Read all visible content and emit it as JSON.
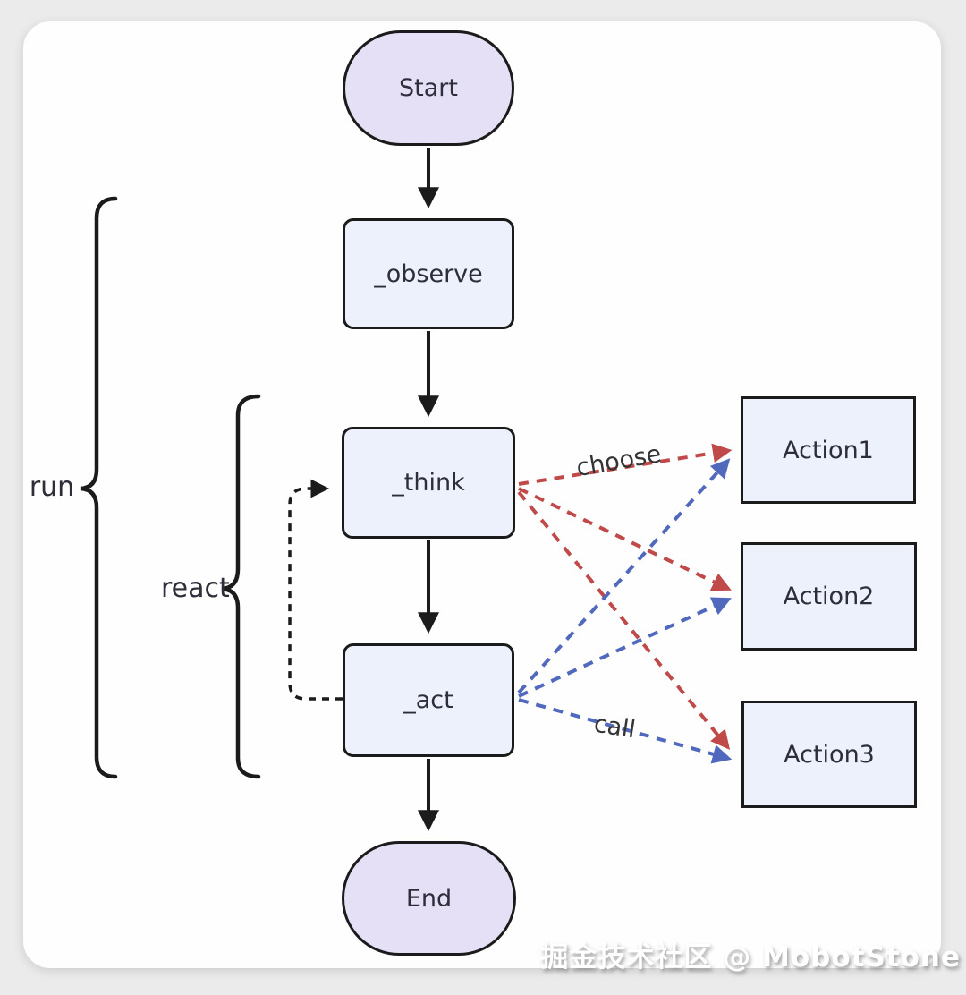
{
  "diagram": {
    "type": "flowchart",
    "nodes": {
      "start": {
        "label": "Start",
        "shape": "stadium"
      },
      "observe": {
        "label": "_observe",
        "shape": "rounded-rect"
      },
      "think": {
        "label": "_think",
        "shape": "rounded-rect"
      },
      "act": {
        "label": "_act",
        "shape": "rounded-rect"
      },
      "end": {
        "label": "End",
        "shape": "stadium"
      },
      "action1": {
        "label": "Action1",
        "shape": "rect"
      },
      "action2": {
        "label": "Action2",
        "shape": "rect"
      },
      "action3": {
        "label": "Action3",
        "shape": "rect"
      }
    },
    "groups": {
      "run": {
        "label": "run",
        "covers": [
          "_observe",
          "_think",
          "_act"
        ]
      },
      "react": {
        "label": "react",
        "covers": [
          "_think",
          "_act"
        ]
      }
    },
    "edge_labels": {
      "choose": "choose",
      "call": "call"
    },
    "edges": [
      {
        "from": "Start",
        "to": "_observe",
        "style": "solid",
        "color": "black"
      },
      {
        "from": "_observe",
        "to": "_think",
        "style": "solid",
        "color": "black"
      },
      {
        "from": "_think",
        "to": "_act",
        "style": "solid",
        "color": "black"
      },
      {
        "from": "_act",
        "to": "_think",
        "style": "dashed",
        "color": "black"
      },
      {
        "from": "_act",
        "to": "End",
        "style": "solid",
        "color": "black"
      },
      {
        "from": "_think",
        "to": "Action1",
        "style": "dashed",
        "color": "red",
        "label": "choose"
      },
      {
        "from": "_think",
        "to": "Action2",
        "style": "dashed",
        "color": "red"
      },
      {
        "from": "_think",
        "to": "Action3",
        "style": "dashed",
        "color": "red"
      },
      {
        "from": "_act",
        "to": "Action1",
        "style": "dashed",
        "color": "blue"
      },
      {
        "from": "_act",
        "to": "Action2",
        "style": "dashed",
        "color": "blue"
      },
      {
        "from": "_act",
        "to": "Action3",
        "style": "dashed",
        "color": "blue",
        "label": "call"
      }
    ],
    "colors": {
      "stadium_fill": "#e6e0f7",
      "process_fill": "#edf1fb",
      "action_fill": "#edf1fb",
      "node_border": "#1b1b1b",
      "arrow_black": "#1b1b1b",
      "arrow_red": "#c04a4a",
      "arrow_blue": "#5069bd",
      "label_text": "#333333"
    }
  },
  "watermark": {
    "text": "掘金技术社区 @ MobotStone"
  }
}
